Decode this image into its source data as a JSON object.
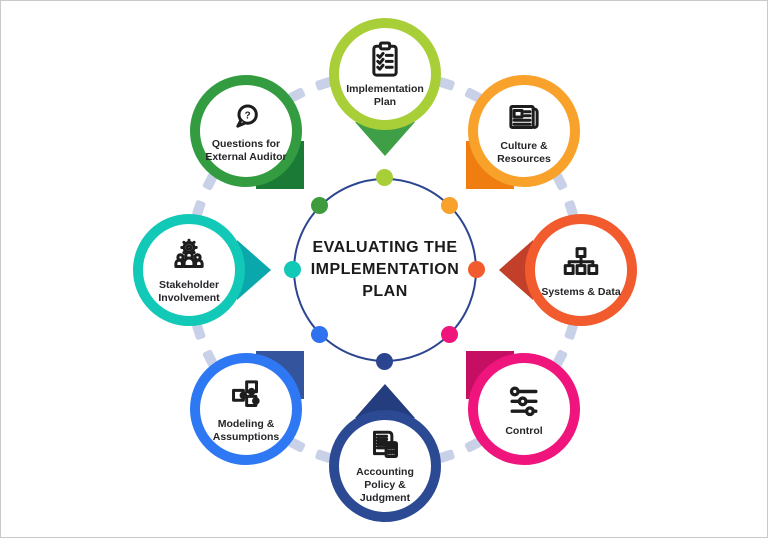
{
  "title": "EVALUATING THE IMPLEMENTATION PLAN",
  "colors": {
    "background": "#ffffff",
    "canvas_border": "#c6cacd",
    "center_ring": "#2b4590",
    "connector_dash": "#c9d1e8",
    "title_text": "#1b1b1b",
    "label_text": "#26262a",
    "icon_stroke": "#1d1d1d"
  },
  "nodes": [
    {
      "id": "implementation-plan",
      "label": "Implementation Plan",
      "icon": "clipboard-checklist-icon",
      "position": "top",
      "ring_color": "#a8ce38",
      "pointer_color": "#3f9f46",
      "dot_color": "#a8ce38"
    },
    {
      "id": "culture-resources",
      "label": "Culture & Resources",
      "icon": "newspaper-icon",
      "position": "top-right",
      "ring_color": "#f8a12b",
      "pointer_color": "#ef7d0f",
      "dot_color": "#f8a12b"
    },
    {
      "id": "systems-data",
      "label": "Systems & Data",
      "icon": "sitemap-icon",
      "position": "right",
      "ring_color": "#f15b2e",
      "pointer_color": "#c2402a",
      "dot_color": "#f15b2e"
    },
    {
      "id": "control",
      "label": "Control",
      "icon": "sliders-icon",
      "position": "bottom-right",
      "ring_color": "#f0147d",
      "pointer_color": "#c40f63",
      "dot_color": "#f0147d"
    },
    {
      "id": "accounting-policy-judgment",
      "label": "Accounting Policy & Judgment",
      "icon": "document-calculator-icon",
      "position": "bottom",
      "ring_color": "#2c4a94",
      "pointer_color": "#243d7f",
      "dot_color": "#2b4590"
    },
    {
      "id": "modeling-assumptions",
      "label": "Modeling & Assumptions",
      "icon": "puzzle-icon",
      "position": "bottom-left",
      "ring_color": "#2e78f4",
      "pointer_color": "#34549e",
      "dot_color": "#2e72ef"
    },
    {
      "id": "stakeholder-involvement",
      "label": "Stakeholder Involvement",
      "icon": "people-gear-icon",
      "position": "left",
      "ring_color": "#12c8b6",
      "pointer_color": "#0aa7ac",
      "dot_color": "#12c8b6"
    },
    {
      "id": "questions-external-auditor",
      "label": "Questions for External Auditor",
      "icon": "question-bubble-icon",
      "position": "top-left",
      "ring_color": "#339c41",
      "pointer_color": "#1b7a35",
      "dot_color": "#3e9c3c"
    }
  ]
}
